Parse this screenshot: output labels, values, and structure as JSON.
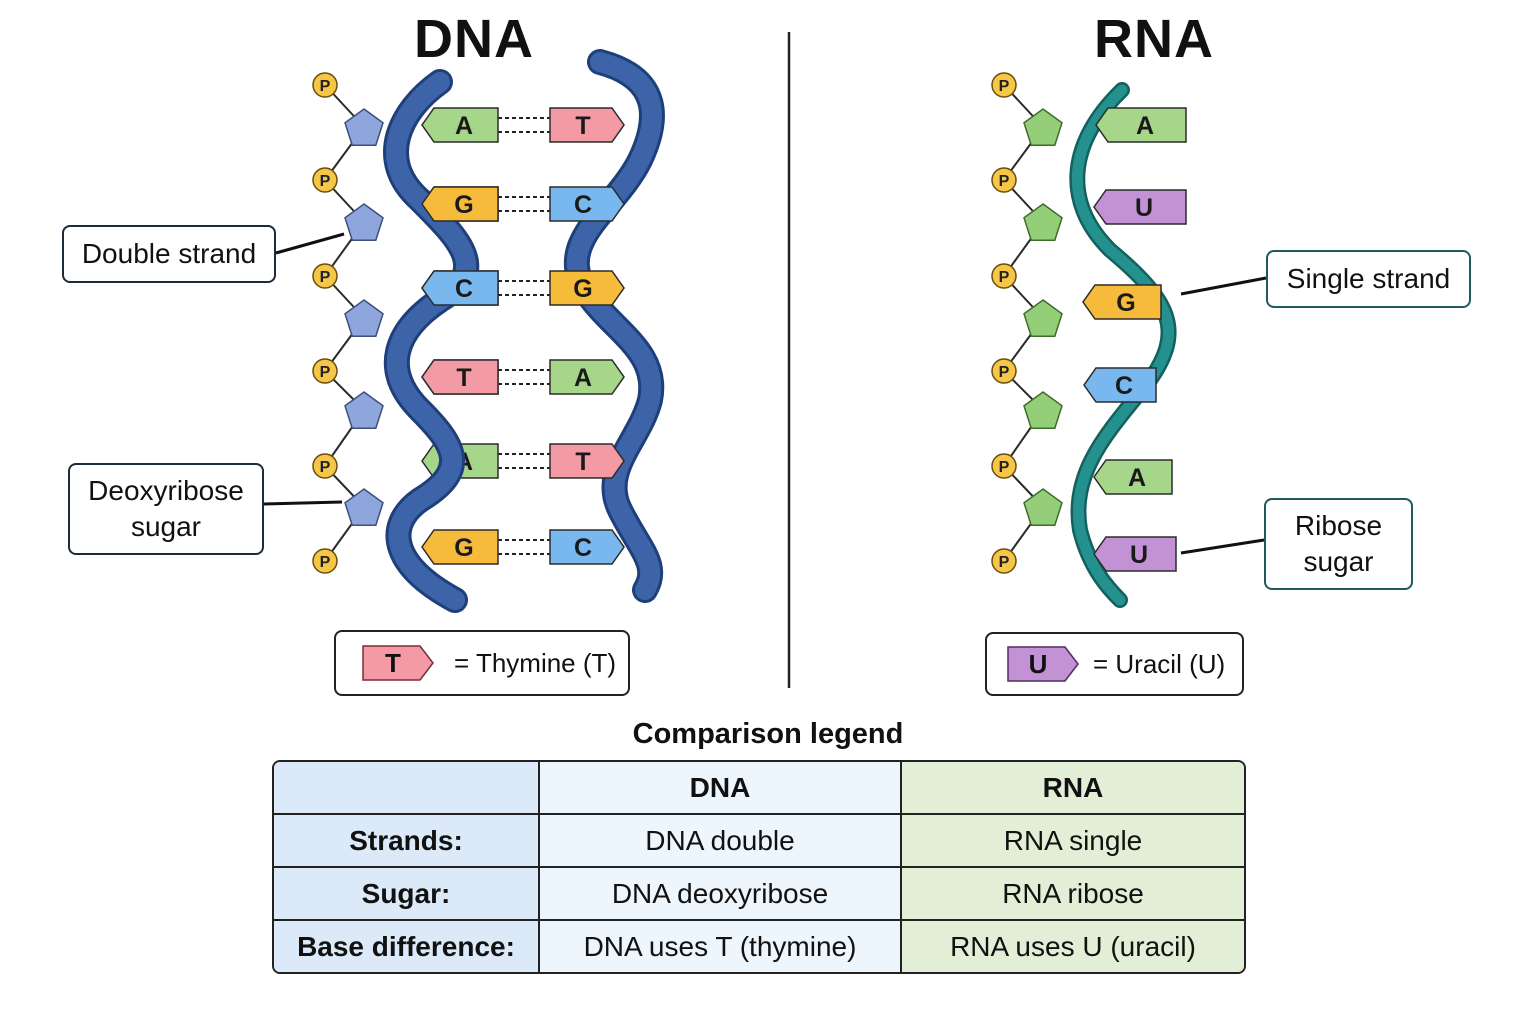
{
  "dna": {
    "title": "DNA",
    "pairs": [
      {
        "left": "A",
        "right": "T"
      },
      {
        "left": "G",
        "right": "C"
      },
      {
        "left": "C",
        "right": "G"
      },
      {
        "left": "T",
        "right": "A"
      },
      {
        "left": "A",
        "right": "T"
      },
      {
        "left": "G",
        "right": "C"
      }
    ],
    "phosphate_label": "P",
    "callouts": {
      "double_strand": "Double strand",
      "sugar_line1": "Deoxyribose",
      "sugar_line2": "sugar"
    },
    "legend": {
      "base": "T",
      "text": "= Thymine (T)"
    }
  },
  "rna": {
    "title": "RNA",
    "bases": [
      "A",
      "U",
      "G",
      "C",
      "A",
      "U"
    ],
    "phosphate_label": "P",
    "callouts": {
      "single_strand": "Single strand",
      "sugar_line1": "Ribose",
      "sugar_line2": "sugar"
    },
    "legend": {
      "base": "U",
      "text": "= Uracil (U)"
    }
  },
  "base_colors": {
    "A": "#a6d68a",
    "T": "#f49aa4",
    "G": "#f6bb3a",
    "C": "#79b8ee",
    "U": "#c392d4"
  },
  "colors": {
    "dna_strand": "#3d64a8",
    "dna_sugar": "#8ea6dc",
    "rna_strand": "#24918f",
    "rna_sugar": "#95ce79",
    "phosphate": "#f6c646"
  },
  "comparison": {
    "title": "Comparison legend",
    "header": [
      "",
      "DNA",
      "RNA"
    ],
    "rows": [
      {
        "label": "Strands:",
        "dna": "DNA double",
        "rna": "RNA single"
      },
      {
        "label": "Sugar:",
        "dna": "DNA deoxyribose",
        "rna": "RNA ribose"
      },
      {
        "label": "Base difference:",
        "dna": "DNA uses T (thymine)",
        "rna": "RNA uses U (uracil)"
      }
    ]
  }
}
